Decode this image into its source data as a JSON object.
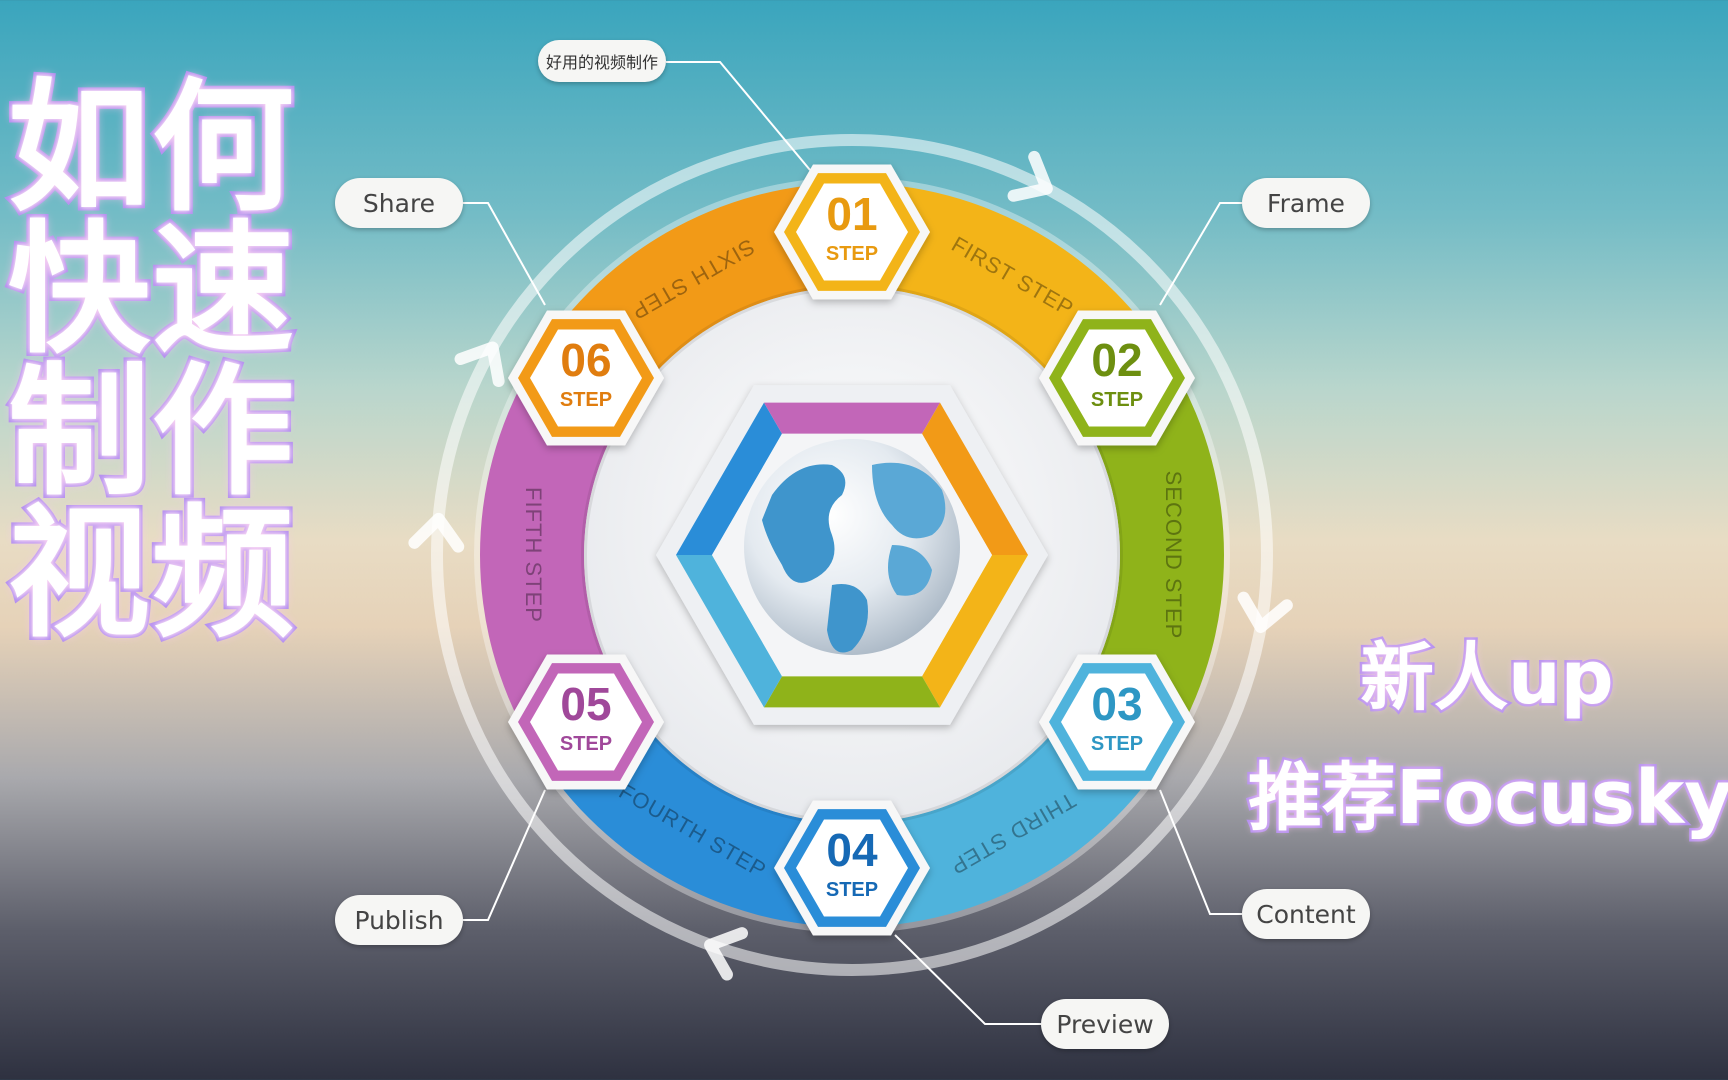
{
  "title_cn": "如何快速制作视频",
  "side_lines": [
    "新人up",
    "推荐Focusky"
  ],
  "top_callout": "好用的视频制作",
  "labels": [
    "Share",
    "Frame",
    "Content",
    "Preview",
    "Publish"
  ],
  "steps": [
    {
      "num": "01",
      "step": "STEP",
      "ring": "FIRST STEP",
      "color": "#f3b418",
      "dark": "#e89a10"
    },
    {
      "num": "02",
      "step": "STEP",
      "ring": "SECOND STEP",
      "color": "#8fb31a",
      "dark": "#6d8f10"
    },
    {
      "num": "03",
      "step": "STEP",
      "ring": "THIRD STEP",
      "color": "#4fb3dc",
      "dark": "#2e97c4"
    },
    {
      "num": "04",
      "step": "STEP",
      "ring": "FOURTH STEP",
      "color": "#2a8dd8",
      "dark": "#1669b5"
    },
    {
      "num": "05",
      "step": "STEP",
      "ring": "FIFTH STEP",
      "color": "#c266b8",
      "dark": "#a0489a"
    },
    {
      "num": "06",
      "step": "STEP",
      "ring": "SIXTH STEP",
      "color": "#f29a17",
      "dark": "#e07d0f"
    }
  ],
  "icons": [
    "globe-icon",
    "cycle-arrow-icon"
  ]
}
